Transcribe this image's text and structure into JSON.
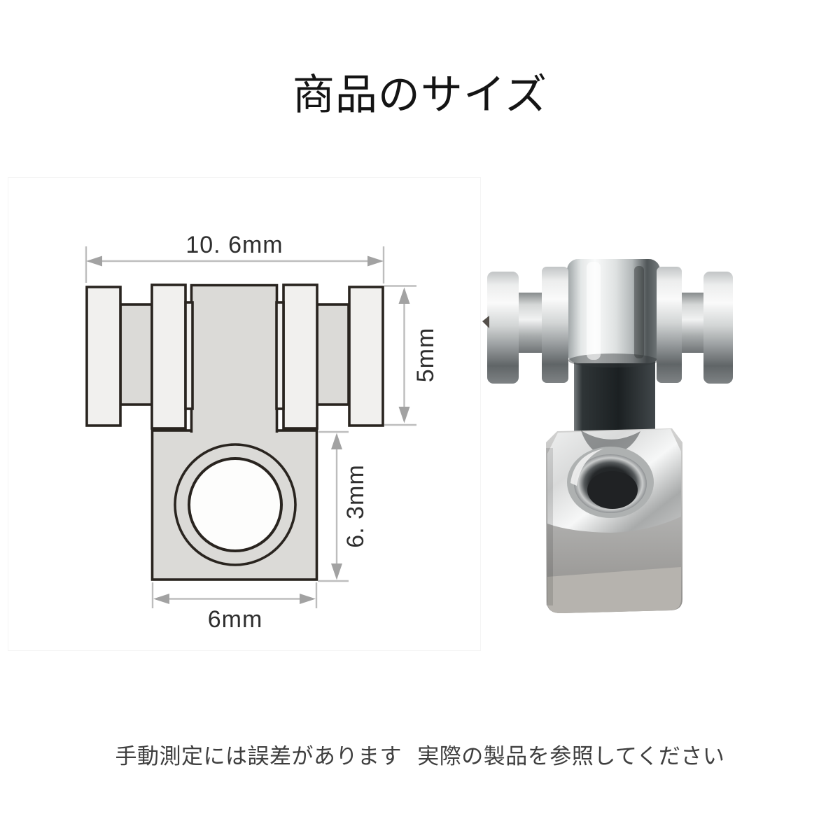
{
  "title": {
    "text": "商品のサイズ"
  },
  "diagram": {
    "dimensions": {
      "top_width": "10. 6mm",
      "right_height": "5mm",
      "lower_height": "6. 3mm",
      "bottom_width": "6mm"
    },
    "colors": {
      "outline": "#29241f",
      "fill_light": "#f1f0ee",
      "fill_gray": "#dbdad7",
      "dimension_line": "#bdbdbd",
      "arrow": "#a2a2a2"
    }
  },
  "photo": {
    "name": "chrome-connector-part-photo"
  },
  "footer": {
    "text": "手動測定には誤差があります 実際の製品を参照してください"
  }
}
